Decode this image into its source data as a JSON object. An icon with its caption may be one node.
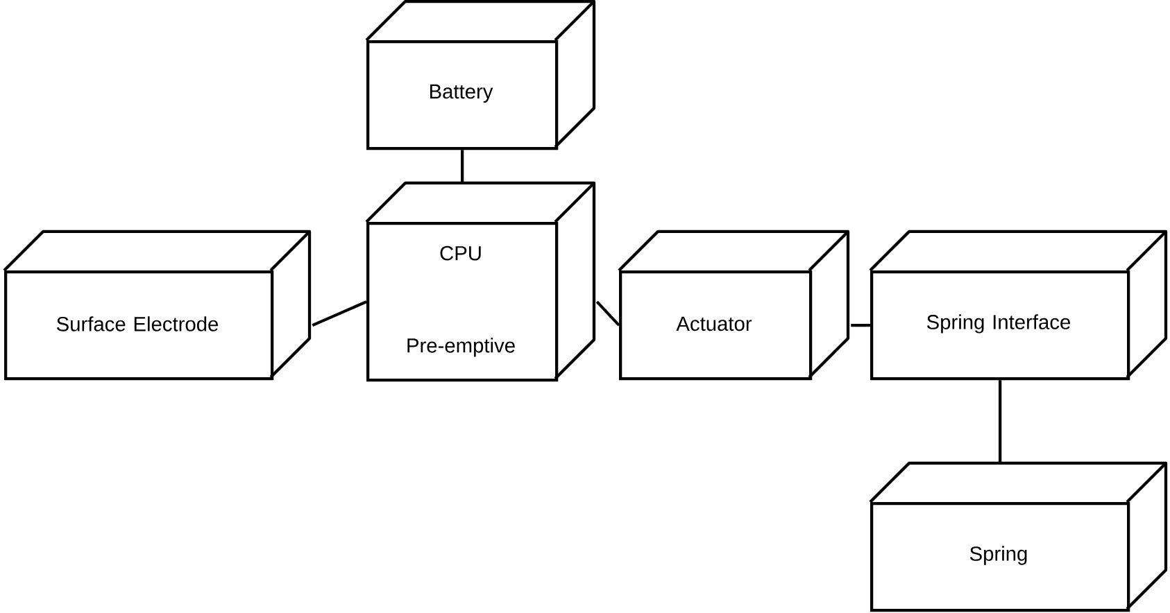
{
  "diagram": {
    "nodes": [
      {
        "text": [
          "Battery"
        ]
      },
      {
        "text": [
          "CPU",
          "Pre-emptive"
        ]
      },
      {
        "text": [
          "Surface Electrode"
        ]
      },
      {
        "text": [
          "Actuator"
        ]
      },
      {
        "text": [
          "Spring Interface"
        ]
      },
      {
        "text": [
          "Spring"
        ]
      }
    ],
    "edges": [
      {
        "from": 0,
        "to": 1,
        "arrow": "none"
      },
      {
        "from": 2,
        "to": 1,
        "arrow": "none"
      },
      {
        "from": 1,
        "to": 3,
        "arrow": "none"
      },
      {
        "from": 3,
        "to": 4,
        "arrow": "none"
      },
      {
        "from": 4,
        "to": 5,
        "arrow": "none"
      }
    ]
  }
}
